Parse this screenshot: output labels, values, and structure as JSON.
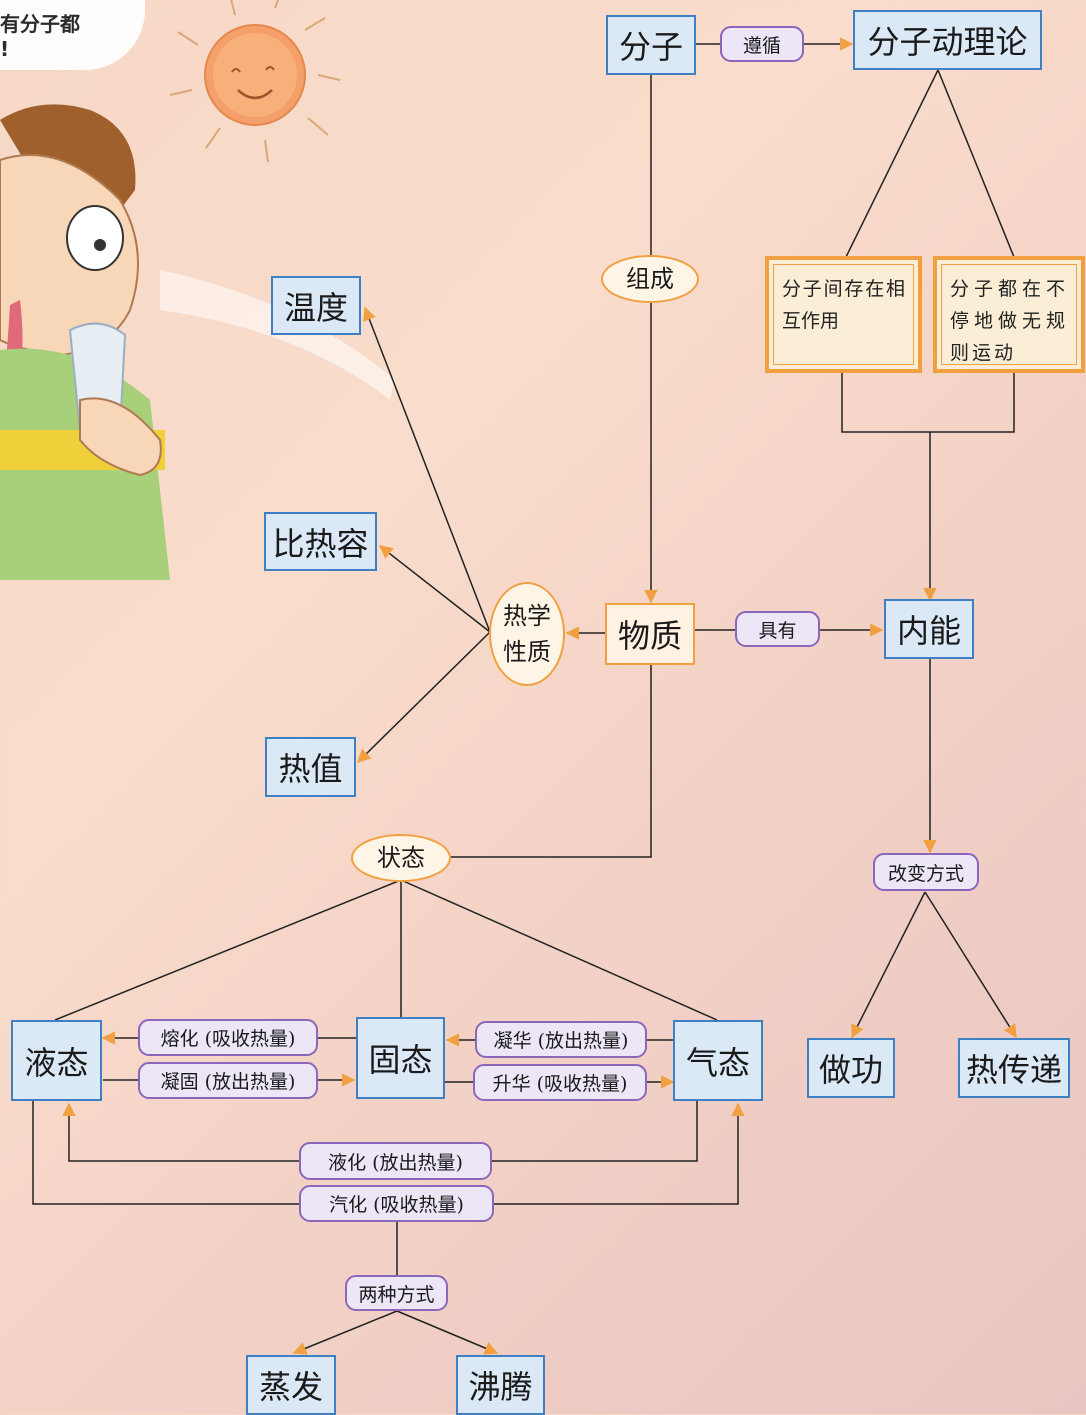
{
  "speech": {
    "line1": "有分子都",
    "line2": "!"
  },
  "nodes": {
    "fenzi": "分子",
    "zunxun": "遵循",
    "fenzidonglilun": "分子动理论",
    "zucheng": "组成",
    "xianghuzuoyong": "分子间存在相互作用",
    "buting": "分子都在不停地做无规则运动",
    "wendu": "温度",
    "bireyong": "比热容",
    "rezhi": "热值",
    "rexue_line1": "热学",
    "rexue_line2": "性质",
    "wuzhi": "物质",
    "juyou": "具有",
    "neineng": "内能",
    "zhuangtai": "状态",
    "gaibianfangshi": "改变方式",
    "zuogong": "做功",
    "rechuandi": "热传递",
    "yetai": "液态",
    "gutai": "固态",
    "qitai": "气态",
    "ronghua": "熔化 (吸收热量)",
    "ninggu": "凝固 (放出热量)",
    "ninghua": "凝华 (放出热量)",
    "shenghua": "升华 (吸收热量)",
    "yehua": "液化 (放出热量)",
    "qihua": "汽化 (吸收热量)",
    "liangzhongfangshi": "两种方式",
    "zhengfa": "蒸发",
    "feiteng": "沸腾"
  },
  "colors": {
    "box_border": "#3f80c4",
    "box_fill": "#dbe9f6",
    "orange": "#f0a040",
    "purple": "#8c66bb",
    "pill_fill": "#ece6f6",
    "line": "#222222"
  }
}
